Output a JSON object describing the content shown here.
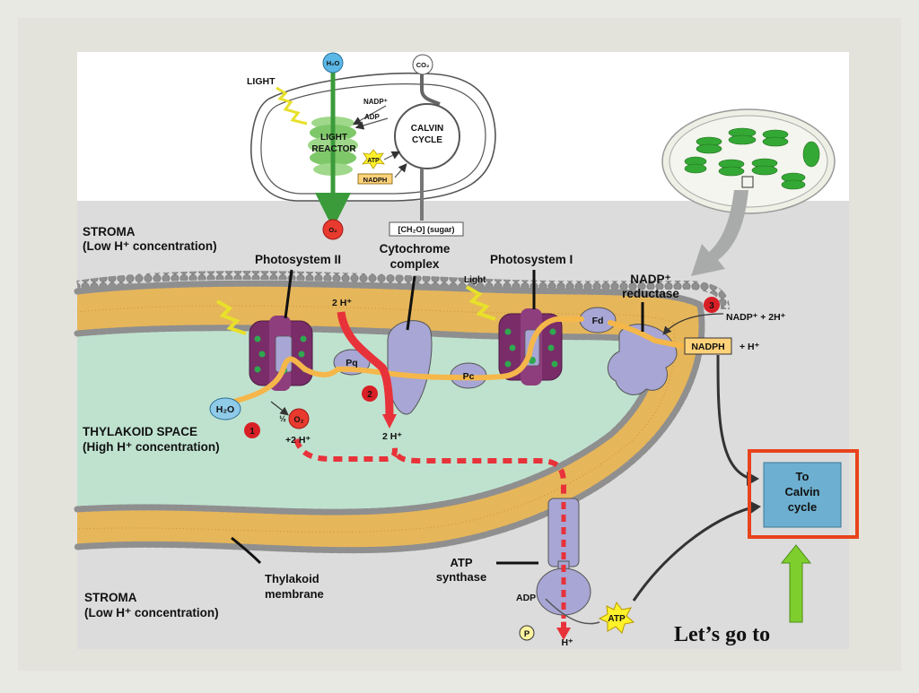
{
  "overview": {
    "h2o": "H₂O",
    "co2": "CO₂",
    "light": "LIGHT",
    "light_reactor_line1": "LIGHT",
    "light_reactor_line2": "REACTOR",
    "nadp": "NADP⁺",
    "adp": "ADP",
    "calvin_line1": "CALVIN",
    "calvin_line2": "CYCLE",
    "atp": "ATP",
    "nadph": "NADPH",
    "o2": "O₂",
    "sugar": "[CH₂O] (sugar)"
  },
  "regions": {
    "stroma_top_line1": "STROMA",
    "stroma_top_line2": "(Low H⁺ concentration)",
    "thylakoid_line1": "THYLAKOID SPACE",
    "thylakoid_line2": "(High H⁺ concentration)",
    "stroma_bottom_line1": "STROMA",
    "stroma_bottom_line2": "(Low H⁺ concentration)",
    "membrane_line1": "Thylakoid",
    "membrane_line2": "membrane"
  },
  "complexes": {
    "ps2": "Photosystem II",
    "cyto_line1": "Cytochrome",
    "cyto_line2": "complex",
    "ps1": "Photosystem I",
    "light_small": "Light",
    "nadp_reductase_line1": "NADP⁺",
    "nadp_reductase_line2": "reductase",
    "atp_synthase_line1": "ATP",
    "atp_synthase_line2": "synthase"
  },
  "molecules": {
    "h2o": "H₂O",
    "half": "½",
    "o2": "O₂",
    "two_h_plus_a": "+2 H⁺",
    "two_h_plus_top": "2 H⁺",
    "two_h_plus_bottom": "2 H⁺",
    "pq": "Pq",
    "pc": "Pc",
    "fd": "Fd",
    "nadp_2h": "NADP⁺ + 2H⁺",
    "nadph": "NADPH",
    "plus_h": "+ H⁺",
    "adp": "ADP",
    "atp": "ATP",
    "p": "P",
    "h_plus": "H⁺"
  },
  "steps": [
    "1",
    "2",
    "3"
  ],
  "calvin_box": {
    "line1": "To",
    "line2": "Calvin",
    "line3": "cycle"
  },
  "callout": "Let’s go to",
  "colors": {
    "background": "#e9e9e3",
    "stroma_panel": "#dcdcdc",
    "membrane_yellow": "#e6b65a",
    "lipid_head": "#8f8f8f",
    "lumen": "#bfe2cf",
    "protein_lavender": "#a7a6d4",
    "photosystem_purple": "#7a2c69",
    "proton_red": "#e8323a",
    "accent_orange": "#e8431c",
    "highlight_green": "#7ecf2e",
    "callout_red": "#c22222"
  }
}
